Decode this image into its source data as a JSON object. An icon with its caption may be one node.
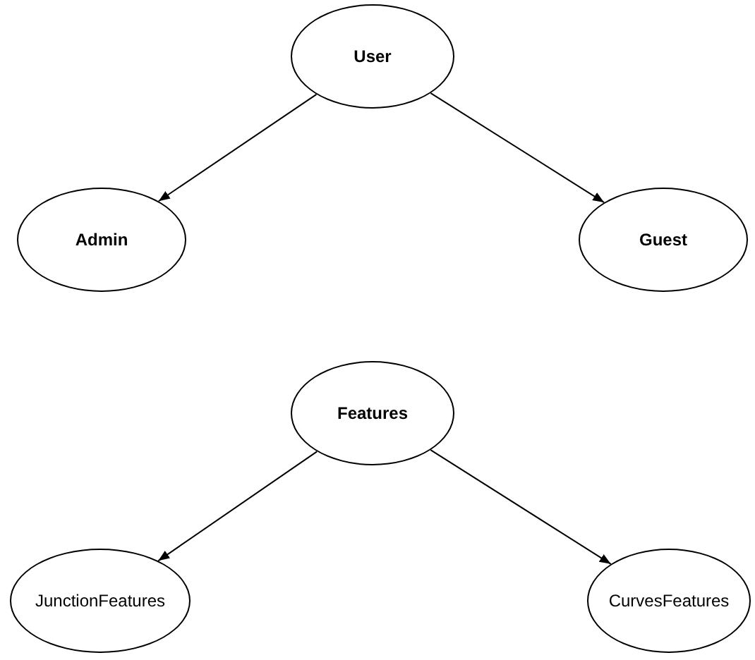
{
  "diagram": {
    "nodes": [
      {
        "text": [
          "User"
        ]
      },
      {
        "text": [
          "Admin"
        ]
      },
      {
        "text": [
          "Guest"
        ]
      },
      {
        "text": [
          "Features"
        ]
      },
      {
        "text": [
          "JunctionFeatures"
        ]
      },
      {
        "text": [
          "CurvesFeatures"
        ]
      }
    ],
    "edges": [
      {
        "from": 0,
        "to": 1,
        "arrow": "to"
      },
      {
        "from": 0,
        "to": 2,
        "arrow": "to"
      },
      {
        "from": 3,
        "to": 4,
        "arrow": "to"
      },
      {
        "from": 3,
        "to": 5,
        "arrow": "to"
      }
    ]
  }
}
